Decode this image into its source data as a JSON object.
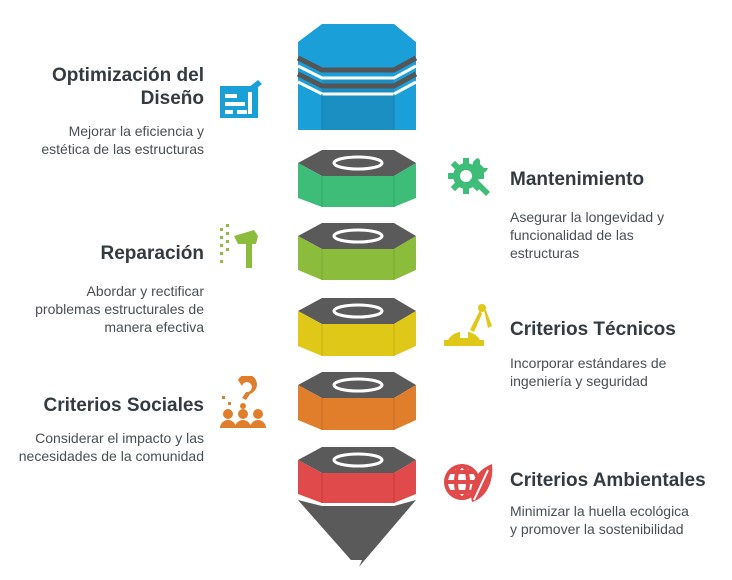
{
  "items": [
    {
      "id": "optimizacion",
      "title_line1": "Optimización del",
      "title_line2": "Diseño",
      "desc_line1": "Mejorar la eficiencia y",
      "desc_line2": "estética de las estructuras",
      "color": "#1aa0d8",
      "icon": "blueprint-icon"
    },
    {
      "id": "mantenimiento",
      "title": "Mantenimiento",
      "desc_line1": "Asegurar la longevidad y",
      "desc_line2": "funcionalidad de las",
      "desc_line3": "estructuras",
      "color": "#3ebd78",
      "icon": "gear-wrench-icon"
    },
    {
      "id": "reparacion",
      "title": "Reparación",
      "desc_line1": "Abordar y rectificar",
      "desc_line2": "problemas estructurales de",
      "desc_line3": "manera efectiva",
      "color": "#8cbc3c",
      "icon": "hammer-icon"
    },
    {
      "id": "tecnicos",
      "title": "Criterios Técnicos",
      "desc_line1": "Incorporar estándares de",
      "desc_line2": "ingeniería y seguridad",
      "color": "#e0c818",
      "icon": "hardhat-compass-icon"
    },
    {
      "id": "sociales",
      "title": "Criterios Sociales",
      "desc_line1": "Considerar el impacto y las",
      "desc_line2": "necesidades de la comunidad",
      "color": "#e07e2c",
      "icon": "community-icon"
    },
    {
      "id": "ambientales",
      "title": "Criterios Ambientales",
      "desc_line1": "Minimizar la huella ecológica",
      "desc_line2": "y promover la sostenibilidad",
      "color": "#e04a4a",
      "icon": "globe-leaf-icon"
    }
  ]
}
